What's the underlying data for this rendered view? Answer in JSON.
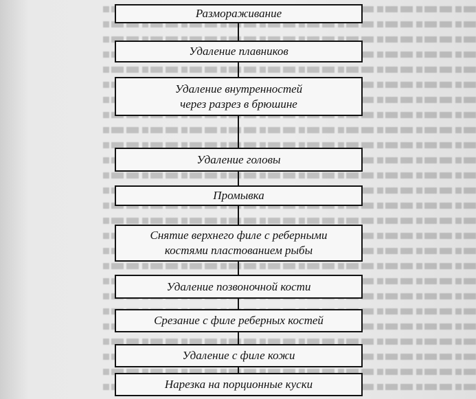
{
  "flowchart": {
    "steps": [
      "Размораживание",
      "Удаление плавников",
      "Удаление внутренностей\nчерез разрез в брюшине",
      "Удаление головы",
      "Промывка",
      "Снятие верхнего филе с реберными\nкостями пластованием рыбы",
      "Удаление позвоночной кости",
      "Срезание с филе реберных костей",
      "Удаление с филе кожи",
      "Нарезка на порционные куски"
    ]
  }
}
